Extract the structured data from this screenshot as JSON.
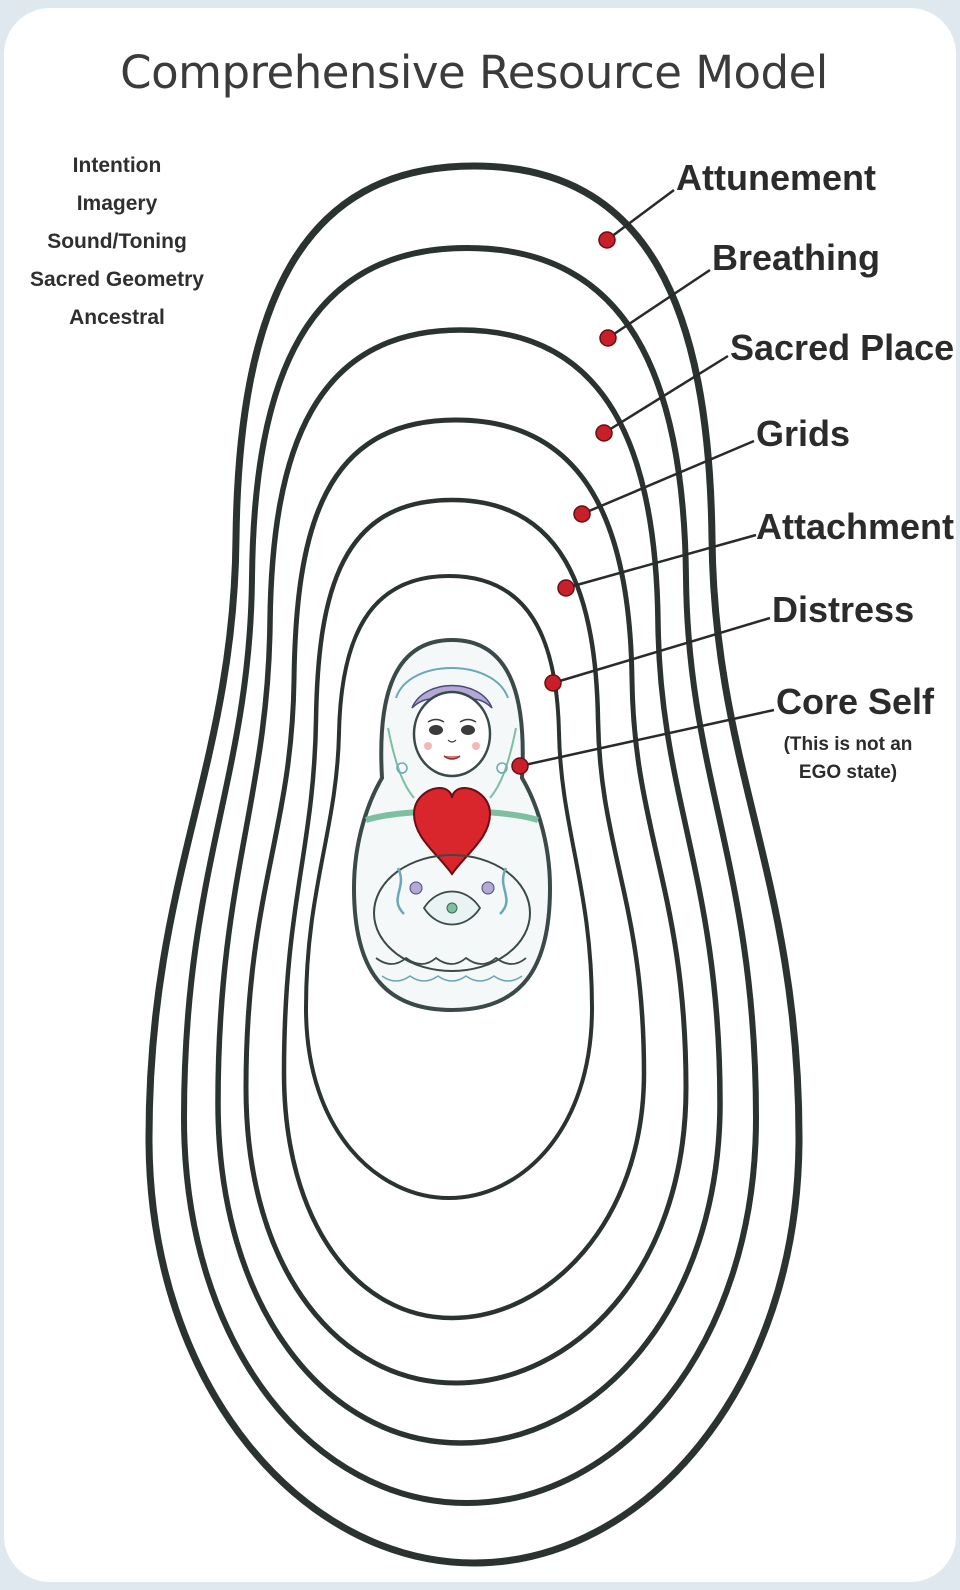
{
  "title": "Comprehensive Resource Model",
  "methods": [
    "Intention",
    "Imagery",
    "Sound/Toning",
    "Sacred Geometry",
    "Ancestral"
  ],
  "layers": [
    {
      "label": "Attunement"
    },
    {
      "label": "Breathing"
    },
    {
      "label": "Sacred Place"
    },
    {
      "label": "Grids"
    },
    {
      "label": "Attachment"
    },
    {
      "label": "Distress"
    },
    {
      "label": "Core Self",
      "note": [
        "(This is not an",
        "EGO state)"
      ]
    }
  ],
  "colors": {
    "accent": "#c8202a",
    "line": "#2b3330",
    "doll_outline": "#3a4a48",
    "heart": "#d8262c"
  },
  "center_icon": "matryoshka-doll-icon"
}
